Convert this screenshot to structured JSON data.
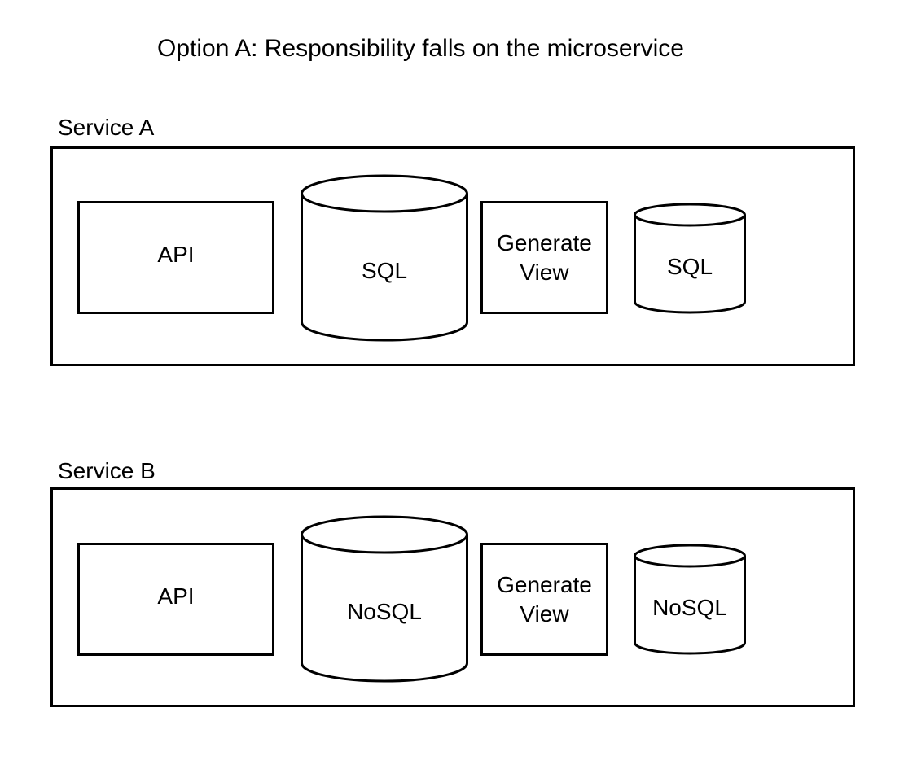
{
  "title": "Option A: Responsibility falls on the microservice",
  "services": [
    {
      "label": "Service A",
      "api_label": "API",
      "primary_db_label": "SQL",
      "generate_view_line1": "Generate",
      "generate_view_line2": "View",
      "view_db_label": "SQL"
    },
    {
      "label": "Service B",
      "api_label": "API",
      "primary_db_label": "NoSQL",
      "generate_view_line1": "Generate",
      "generate_view_line2": "View",
      "view_db_label": "NoSQL"
    }
  ]
}
